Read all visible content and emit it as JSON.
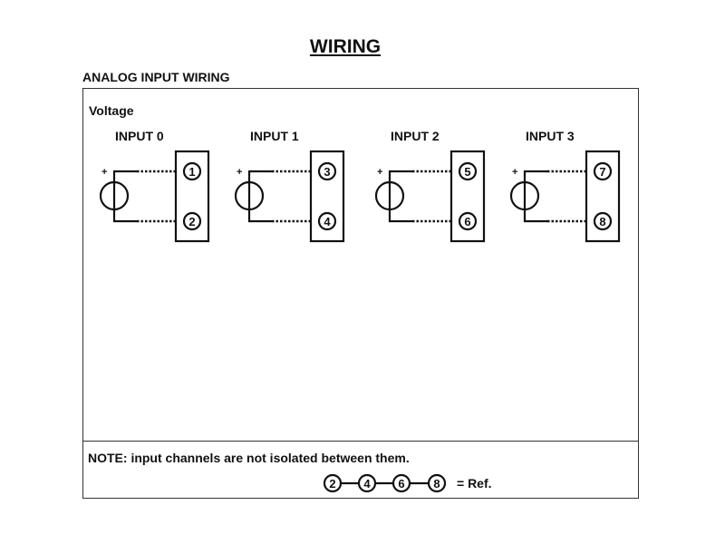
{
  "title": "WIRING",
  "section_title": "ANALOG INPUT WIRING",
  "mode_label": "Voltage",
  "inputs": [
    {
      "label": "INPUT 0",
      "plus": "+",
      "terminals": [
        "1",
        "2"
      ]
    },
    {
      "label": "INPUT 1",
      "plus": "+",
      "terminals": [
        "3",
        "4"
      ]
    },
    {
      "label": "INPUT 2",
      "plus": "+",
      "terminals": [
        "5",
        "6"
      ]
    },
    {
      "label": "INPUT 3",
      "plus": "+",
      "terminals": [
        "7",
        "8"
      ]
    }
  ],
  "note": "NOTE: input channels are not isolated between them.",
  "ref_terminals": [
    "2",
    "4",
    "6",
    "8"
  ],
  "ref_label": "= Ref."
}
